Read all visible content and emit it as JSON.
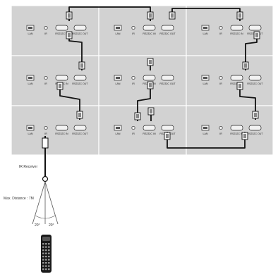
{
  "panel_labels": {
    "lan": "LAN",
    "ir": "IR",
    "rs232c_in": "RS232C IN",
    "rs232c_out": "RS232C OUT"
  },
  "grid": {
    "rows": 3,
    "cols": 3
  },
  "ir_receiver_label": "IR Receiver",
  "max_distance_label": "Max. Distance : 7M",
  "angle_left": "20°",
  "angle_right": "20°",
  "icons": {
    "remote": "remote-control-icon",
    "ir_receiver": "ir-receiver-icon"
  },
  "colors": {
    "panel_fill": "#d2d2d2",
    "panel_border": "#ffffff",
    "wall_border": "#9a9a9a",
    "cable": "#111111"
  }
}
